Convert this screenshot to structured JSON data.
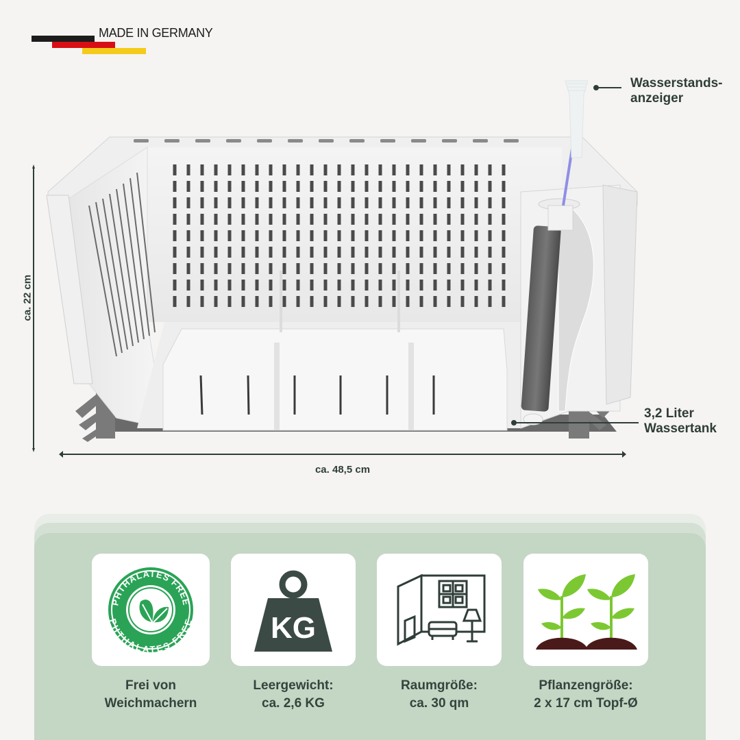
{
  "badge": {
    "text": "MADE IN GERMANY",
    "flag_colors": [
      "#1c1c1c",
      "#d90d14",
      "#f5cb1b"
    ]
  },
  "product": {
    "name": "self-watering planter cutaway render"
  },
  "dimensions": {
    "height": "ca. 22 cm",
    "width": "ca. 48,5 cm"
  },
  "callouts": {
    "water_level_indicator": [
      "Wasserstands-",
      "anzeiger"
    ],
    "water_tank": [
      "3,2 Liter",
      "Wassertank"
    ]
  },
  "features": [
    {
      "icon": "phthalates-free-icon",
      "icon_text": "PHTHALATES FREE",
      "line1": "Frei von",
      "line2": "Weichmachern"
    },
    {
      "icon": "weight-kg-icon",
      "icon_text": "KG",
      "line1": "Leergewicht:",
      "line2": "ca. 2,6 KG"
    },
    {
      "icon": "room-icon",
      "line1": "Raumgröße:",
      "line2": "ca. 30 qm"
    },
    {
      "icon": "plants-icon",
      "line1": "Pflanzengröße:",
      "line2": "2 x 17 cm Topf-Ø"
    }
  ],
  "colors": {
    "background": "#f5f4f2",
    "text": "#2f3d37",
    "panel": "#c4d6c4",
    "badge_green": "#2aa356",
    "weight_dark": "#3b4a44",
    "leaf_green": "#7cc832",
    "soil": "#4a1a1a",
    "indicator_arrow": "#8f8fe6"
  }
}
